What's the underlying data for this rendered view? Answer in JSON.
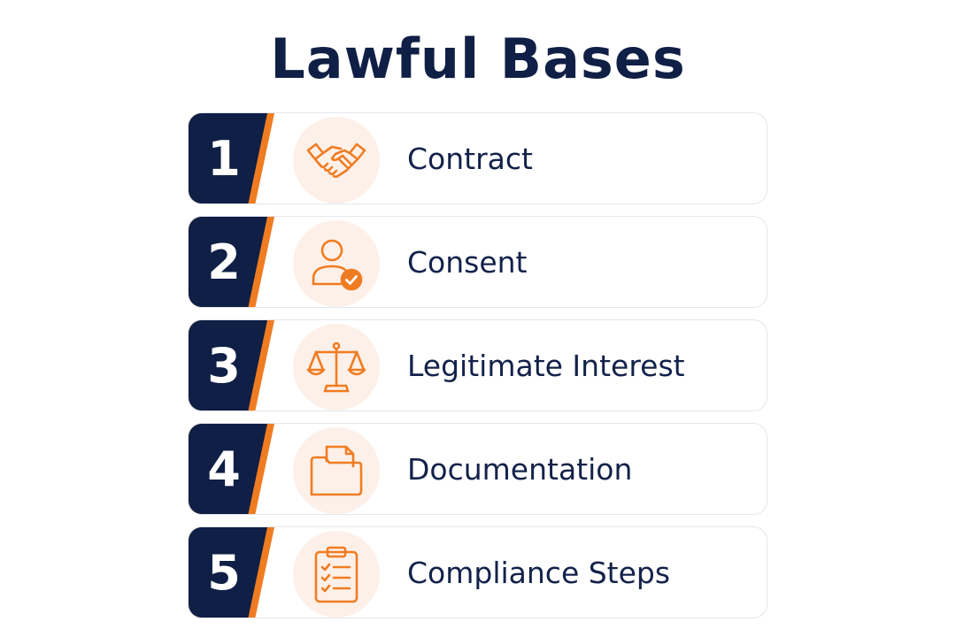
{
  "title": "Lawful Bases",
  "colors": {
    "navy": "#0f1f45",
    "accent": "#f07c22",
    "icon_bg": "#fdf0e8",
    "card_border": "#e3e6ec"
  },
  "items": [
    {
      "number": "1",
      "label": "Contract",
      "icon": "handshake-icon"
    },
    {
      "number": "2",
      "label": "Consent",
      "icon": "user-check-icon"
    },
    {
      "number": "3",
      "label": "Legitimate Interest",
      "icon": "scales-icon"
    },
    {
      "number": "4",
      "label": "Documentation",
      "icon": "folder-icon"
    },
    {
      "number": "5",
      "label": "Compliance Steps",
      "icon": "clipboard-checklist-icon"
    }
  ]
}
